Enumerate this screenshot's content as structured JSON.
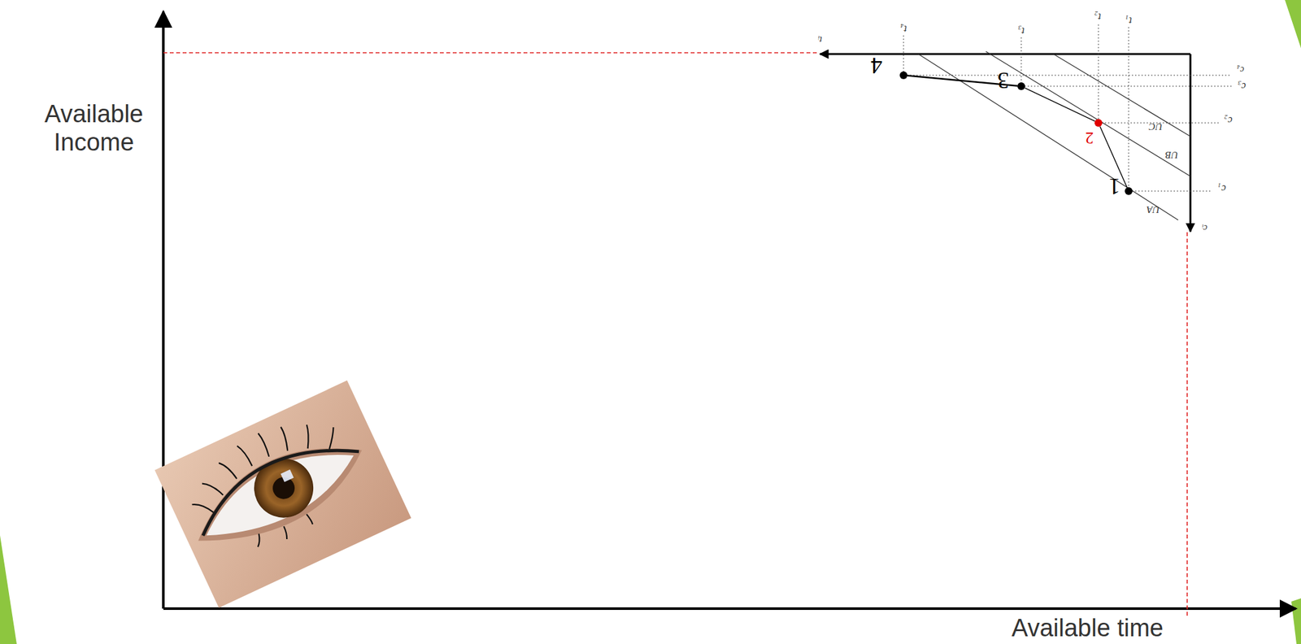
{
  "diagram": {
    "nodes": [
      {
        "text": [
          "1"
        ]
      },
      {
        "text": [
          "2"
        ]
      },
      {
        "text": [
          "3"
        ]
      },
      {
        "text": [
          "4"
        ]
      }
    ],
    "edges": [
      {
        "from": 0,
        "to": 1,
        "arrow": "none"
      },
      {
        "from": 1,
        "to": 2,
        "arrow": "none"
      },
      {
        "from": 2,
        "to": 3,
        "arrow": "none"
      }
    ],
    "labels": [
      "Available Income",
      "Available time",
      "tᵢ",
      "t₄",
      "t₃",
      "t₂",
      "t₁",
      "c₄",
      "c₃",
      "c₂",
      "c₁",
      "cᵢ",
      "UA",
      "UB",
      "UC"
    ]
  }
}
